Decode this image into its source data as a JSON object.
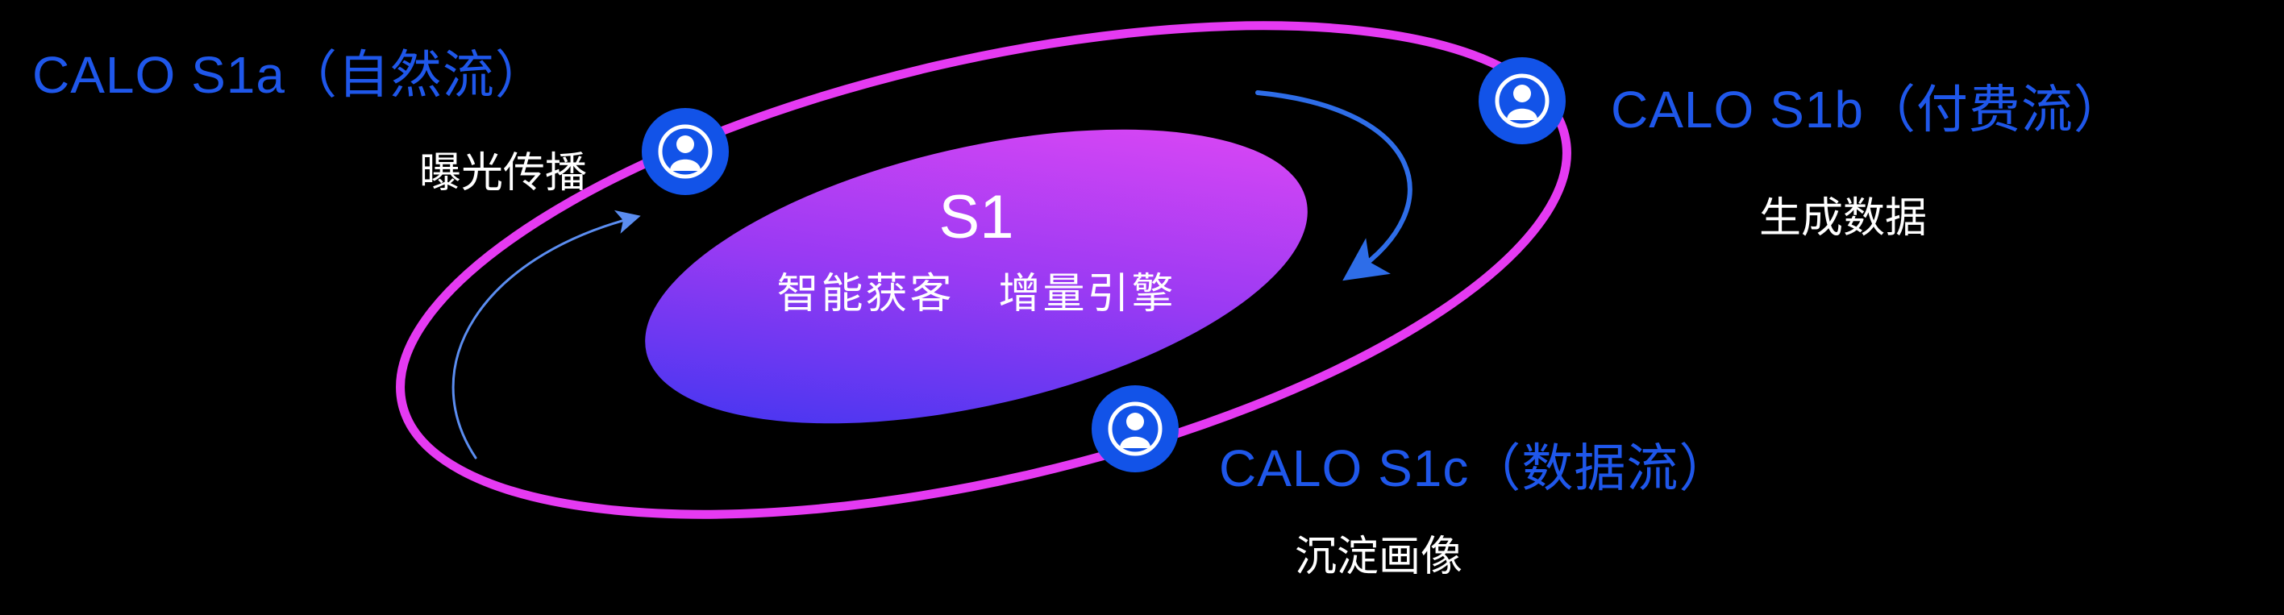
{
  "colors": {
    "background": "#000000",
    "label_blue": "#1f57ea",
    "orbit_magenta": "#e53af2",
    "node_blue": "#1253e8",
    "arrow_blue": "#2e6de8",
    "arrow_blue_light": "#5b8df0",
    "core_grad_start": "#2e35f0",
    "core_grad_mid": "#9a3af3",
    "core_grad_end": "#ec4af4",
    "text_white": "#ffffff"
  },
  "core": {
    "title": "S1",
    "subtitle": "智能获客　增量引擎"
  },
  "nodes": {
    "s1a": {
      "label": "CALO S1a（自然流）",
      "sublabel": "曝光传播"
    },
    "s1b": {
      "label": "CALO S1b（付费流）",
      "sublabel": "生成数据"
    },
    "s1c": {
      "label": "CALO S1c（数据流）",
      "sublabel": "沉淀画像"
    }
  },
  "icons": {
    "node_icon": "user-icon"
  }
}
